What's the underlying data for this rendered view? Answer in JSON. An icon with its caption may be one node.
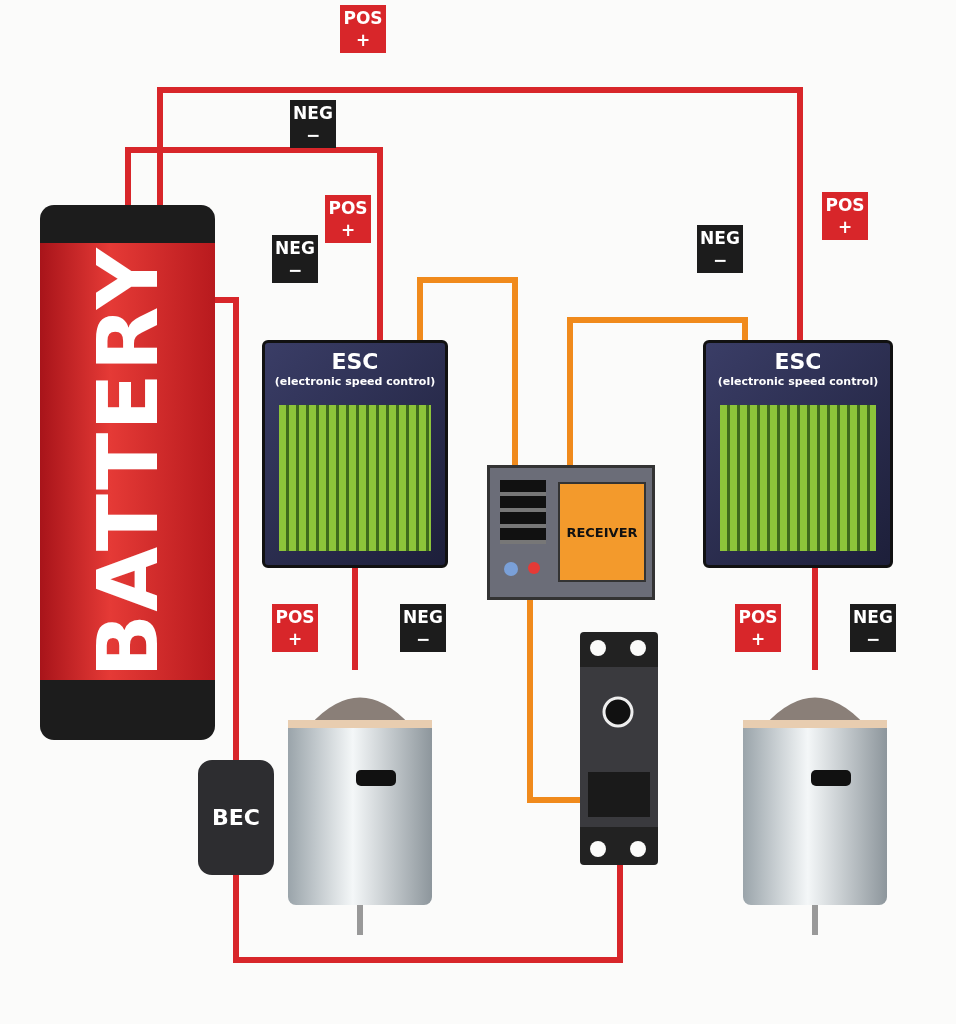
{
  "diagram": {
    "nodes": [
      {
        "text": [
          "BATTERY"
        ]
      },
      {
        "text": [
          "ESC",
          "(electronic speed control)"
        ]
      },
      {
        "text": [
          "ESC",
          "(electronic speed control)"
        ]
      },
      {
        "text": [
          "RECEIVER"
        ]
      },
      {
        "text": [
          "BEC"
        ]
      },
      {
        "text": [],
        "shape": "picture"
      },
      {
        "text": [],
        "shape": "picture"
      },
      {
        "text": [],
        "shape": "picture"
      }
    ],
    "edges": [
      {
        "from": 0,
        "to": 1,
        "arrow": "none"
      },
      {
        "from": 0,
        "to": 2,
        "arrow": "none"
      },
      {
        "from": 0,
        "to": 4,
        "arrow": "none"
      },
      {
        "from": 4,
        "to": 6,
        "arrow": "none"
      },
      {
        "from": 6,
        "to": 3,
        "arrow": "none",
        "color": "#f08a1c"
      },
      {
        "from": 1,
        "to": 3,
        "arrow": "none",
        "color": "#f08a1c"
      },
      {
        "from": 2,
        "to": 3,
        "arrow": "none",
        "color": "#f08a1c"
      },
      {
        "from": 1,
        "to": 5,
        "arrow": "none"
      },
      {
        "from": 2,
        "to": 7,
        "arrow": "none"
      }
    ],
    "labels": [
      "POS +",
      "NEG −",
      "POS +",
      "NEG −",
      "POS +",
      "NEG −",
      "POS +",
      "NEG −",
      "POS +",
      "NEG −"
    ]
  }
}
